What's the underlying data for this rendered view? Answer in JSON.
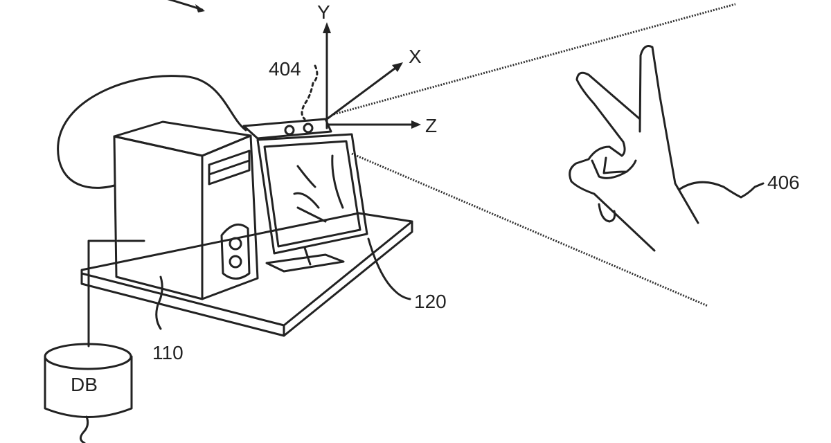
{
  "figure": {
    "axes": {
      "y": "Y",
      "x": "X",
      "z": "Z"
    },
    "labels": {
      "camera": "404",
      "hand": "406",
      "display": "120",
      "computer": "110",
      "database": "DB"
    }
  }
}
